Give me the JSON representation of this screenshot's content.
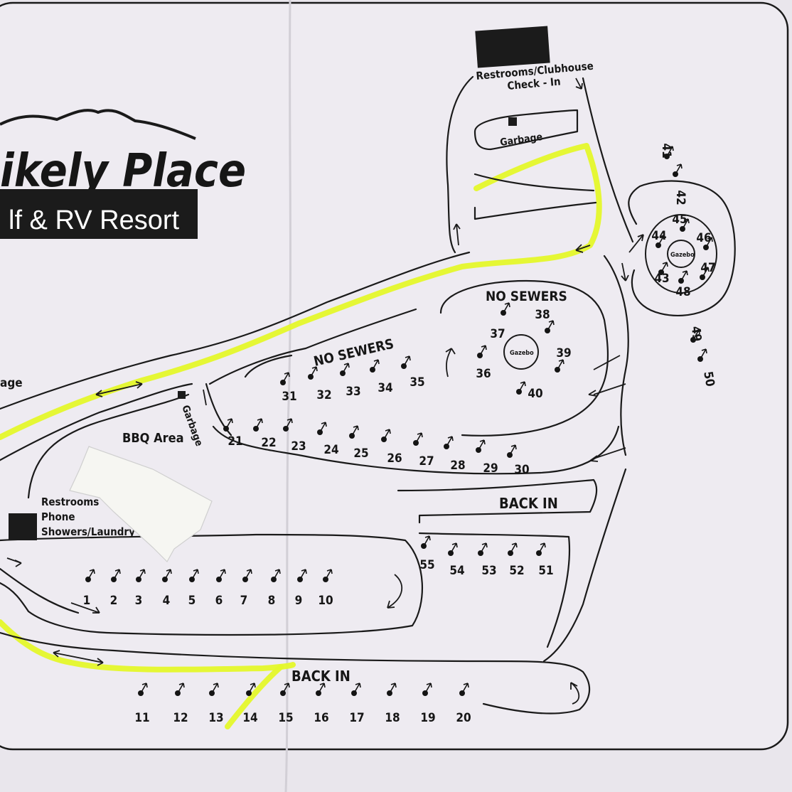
{
  "logo": {
    "title": "ikely Place",
    "subtitle": "lf & RV Resort"
  },
  "labels": {
    "restrooms_clubhouse": "Restrooms/Clubhouse",
    "check_in": "Check - In",
    "garbage_top": "Garbage",
    "garbage_mid": "Garbage",
    "garbage_left": "age",
    "no_sewers_1": "NO SEWERS",
    "no_sewers_2": "NO SEWERS",
    "gazebo_1": "Gazebo",
    "gazebo_2": "Gazebo",
    "bbq_area": "BBQ Area",
    "restrooms": "Restrooms",
    "phone": "Phone",
    "showers_laundry": "Showers/Laundry",
    "back_in_1": "BACK IN",
    "back_in_2": "BACK IN"
  },
  "sites": [
    {
      "id": "1",
      "label": "1"
    },
    {
      "id": "2",
      "label": "2"
    },
    {
      "id": "3",
      "label": "3"
    },
    {
      "id": "4",
      "label": "4"
    },
    {
      "id": "5",
      "label": "5"
    },
    {
      "id": "6",
      "label": "6"
    },
    {
      "id": "7",
      "label": "7"
    },
    {
      "id": "8",
      "label": "8"
    },
    {
      "id": "9",
      "label": "9"
    },
    {
      "id": "10",
      "label": "10"
    },
    {
      "id": "11",
      "label": "11"
    },
    {
      "id": "12",
      "label": "12"
    },
    {
      "id": "13",
      "label": "13"
    },
    {
      "id": "14",
      "label": "14"
    },
    {
      "id": "15",
      "label": "15"
    },
    {
      "id": "16",
      "label": "16"
    },
    {
      "id": "17",
      "label": "17"
    },
    {
      "id": "18",
      "label": "18"
    },
    {
      "id": "19",
      "label": "19"
    },
    {
      "id": "20",
      "label": "20"
    },
    {
      "id": "21",
      "label": "21"
    },
    {
      "id": "22",
      "label": "22"
    },
    {
      "id": "23",
      "label": "23"
    },
    {
      "id": "24",
      "label": "24"
    },
    {
      "id": "25",
      "label": "25"
    },
    {
      "id": "26",
      "label": "26"
    },
    {
      "id": "27",
      "label": "27"
    },
    {
      "id": "28",
      "label": "28"
    },
    {
      "id": "29",
      "label": "29"
    },
    {
      "id": "30",
      "label": "30"
    },
    {
      "id": "31",
      "label": "31"
    },
    {
      "id": "32",
      "label": "32"
    },
    {
      "id": "33",
      "label": "33"
    },
    {
      "id": "34",
      "label": "34"
    },
    {
      "id": "35",
      "label": "35"
    },
    {
      "id": "36",
      "label": "36"
    },
    {
      "id": "37",
      "label": "37"
    },
    {
      "id": "38",
      "label": "38"
    },
    {
      "id": "39",
      "label": "39"
    },
    {
      "id": "40",
      "label": "40"
    },
    {
      "id": "41",
      "label": "41"
    },
    {
      "id": "42",
      "label": "42"
    },
    {
      "id": "43",
      "label": "43"
    },
    {
      "id": "44",
      "label": "44"
    },
    {
      "id": "45",
      "label": "45"
    },
    {
      "id": "46",
      "label": "46"
    },
    {
      "id": "47",
      "label": "47"
    },
    {
      "id": "48",
      "label": "48"
    },
    {
      "id": "49",
      "label": "49"
    },
    {
      "id": "50",
      "label": "50"
    },
    {
      "id": "51",
      "label": "51"
    },
    {
      "id": "52",
      "label": "52"
    },
    {
      "id": "53",
      "label": "53"
    },
    {
      "id": "54",
      "label": "54"
    },
    {
      "id": "55",
      "label": "55"
    }
  ],
  "colors": {
    "paper": "#e9e6ec",
    "ink": "#1a1a1a",
    "highlighter": "#e4f82a",
    "sticker": "#f4f4f0"
  }
}
